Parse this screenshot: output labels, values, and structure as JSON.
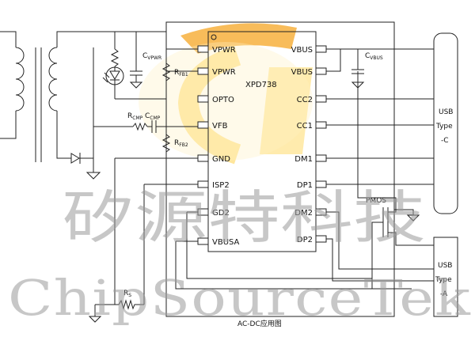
{
  "chip": {
    "name": "XPD738",
    "left_pins": [
      "VPWR",
      "VPWR",
      "OPTO",
      "VFB",
      "GND",
      "ISP2",
      "GD2",
      "VBUSA"
    ],
    "right_pins": [
      "VBUS",
      "VBUS",
      "CC2",
      "CC1",
      "DM1",
      "DP1",
      "DM2",
      "DP2"
    ]
  },
  "components": {
    "c_vpwr": {
      "main": "C",
      "sub": "VPWR"
    },
    "r_fb1": {
      "main": "R",
      "sub": "FB1"
    },
    "r_fb2": {
      "main": "R",
      "sub": "FB2"
    },
    "r_cmp": {
      "main": "R",
      "sub": "CMP"
    },
    "c_cmp": {
      "main": "C",
      "sub": "CMP"
    },
    "c_vbus": {
      "main": "C",
      "sub": "VBUS"
    },
    "r_s": {
      "main": "R",
      "sub": "S"
    },
    "pmos": "PMOS"
  },
  "connectors": {
    "usb_c": [
      "USB",
      "Type",
      "-C"
    ],
    "usb_a": [
      "USB",
      "Type",
      "-A"
    ]
  },
  "caption": "AC-DC应用图",
  "watermark": {
    "chinese": "矽源特科技",
    "english": "ChipSourceTek"
  },
  "colors": {
    "logo_orange": "#f5a623",
    "logo_yellow": "#ffd24a",
    "watermark_gray": "#9a9a9a",
    "wire": "#222222"
  }
}
